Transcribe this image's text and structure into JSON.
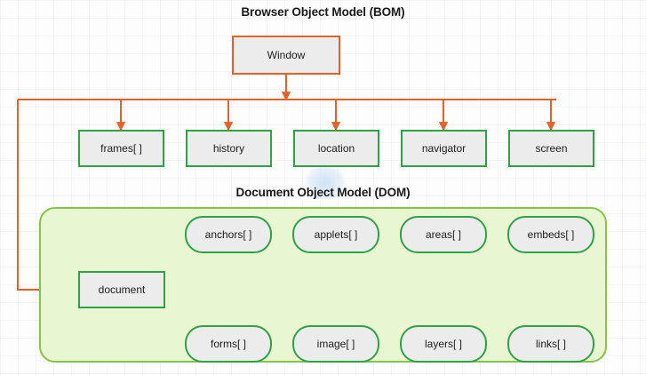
{
  "diagram": {
    "type": "hierarchy-diagram",
    "bom": {
      "title": "Browser Object Model (BOM)",
      "root": {
        "label": "Window"
      },
      "children": [
        {
          "label": "frames[ ]"
        },
        {
          "label": "history"
        },
        {
          "label": "location"
        },
        {
          "label": "navigator"
        },
        {
          "label": "screen"
        }
      ]
    },
    "dom": {
      "title": "Document Object Model (DOM)",
      "root": {
        "label": "document"
      },
      "top_row": [
        {
          "label": "anchors[ ]"
        },
        {
          "label": "applets[ ]"
        },
        {
          "label": "areas[ ]"
        },
        {
          "label": "embeds[ ]"
        }
      ],
      "bottom_row": [
        {
          "label": "forms[ ]"
        },
        {
          "label": "image[ ]"
        },
        {
          "label": "layers[ ]"
        },
        {
          "label": "links[ ]"
        }
      ]
    },
    "colors": {
      "connector_orange": "#e2622a",
      "connector_green": "#2fa245",
      "node_fill": "#ececec",
      "node_border_green": "#2fa245",
      "node_border_orange": "#e2622a",
      "dom_panel_fill": "#e9f6d2",
      "dom_panel_border": "#84c44a",
      "background": "#fdfdfd",
      "text": "#1a1a1a"
    }
  }
}
